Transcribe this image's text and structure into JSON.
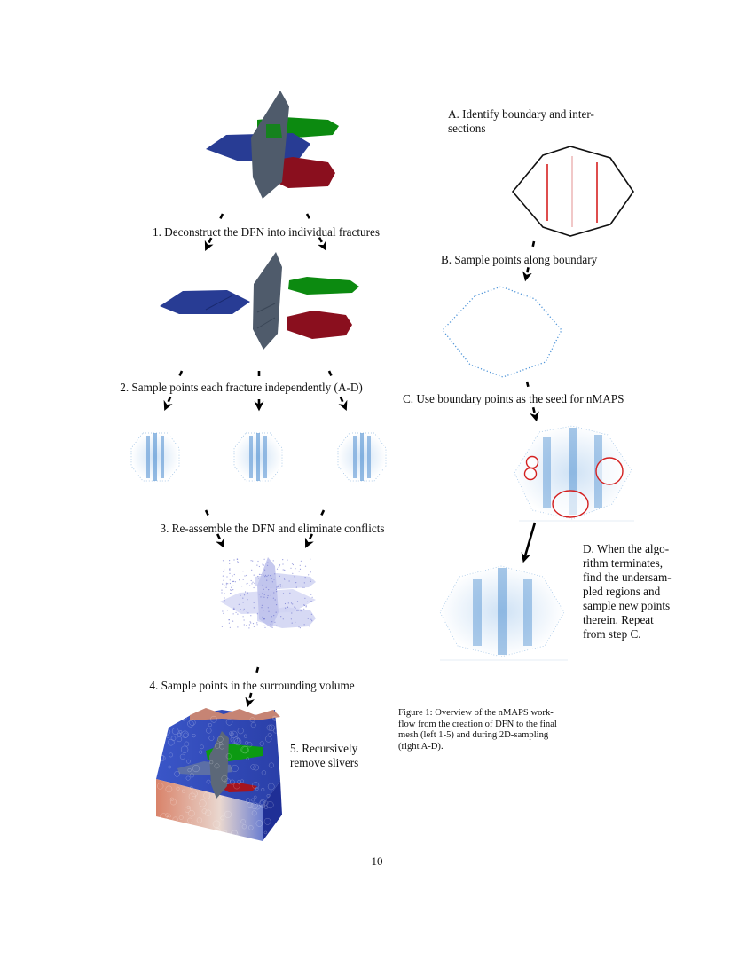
{
  "left_steps": {
    "step1": "1. Deconstruct the DFN into individual fractures",
    "step2": "2. Sample points each fracture independently (A-D)",
    "step3": "3. Re-assemble the DFN and eliminate conflicts",
    "step4": "4. Sample points in the surrounding volume",
    "step5_line1": "5. Recursively",
    "step5_line2": "remove slivers"
  },
  "right_steps": {
    "a_line1": "A. Identify boundary and inter-",
    "a_line2": "sections",
    "b": "B. Sample points along boundary",
    "c": "C. Use boundary points as the seed for nMAPS",
    "d_lines": [
      "D. When the algo-",
      "rithm terminates,",
      "find the undersam-",
      "pled regions and",
      "sample new points",
      "therein.  Repeat",
      "from step C."
    ]
  },
  "caption": {
    "lines": [
      "Figure 1:  Overview of the nMAPS work-",
      "flow from the creation of DFN to the final",
      "mesh (left 1-5) and during 2D-sampling",
      "(right A-D)."
    ]
  },
  "page_number": "10",
  "colors": {
    "fracture_gray": "#4f5b6b",
    "fracture_blue": "#283c94",
    "fracture_green": "#0c8a10",
    "fracture_red": "#8a0f1e",
    "intersection_red": "#d62020",
    "point_blue": "#3a7fc0",
    "conflict_circle": "#d42020"
  },
  "icons": [
    "arrow-down-left-icon",
    "arrow-down-right-icon",
    "arrow-down-icon"
  ]
}
